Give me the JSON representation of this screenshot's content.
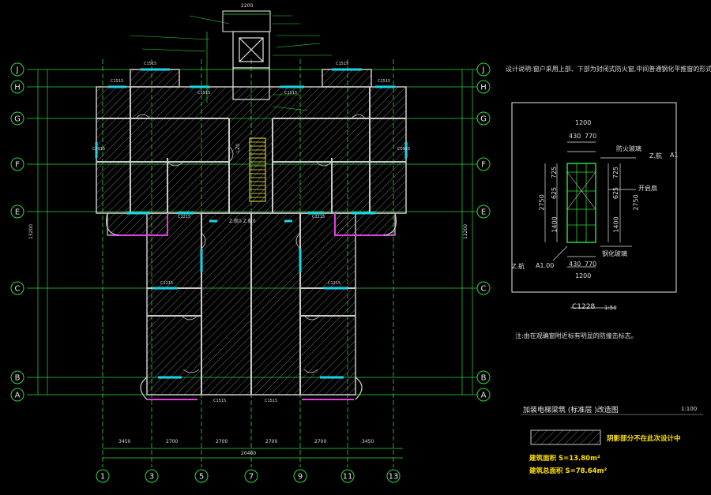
{
  "grid": {
    "rows": [
      "J",
      "H",
      "G",
      "F",
      "E",
      "C",
      "B",
      "A"
    ],
    "columns": [
      "1",
      "3",
      "5",
      "7",
      "9",
      "11",
      "13"
    ]
  },
  "colors": {
    "grid_line": "#2bd93a",
    "wall": "#c9c9c9",
    "hatch": "#8d8d8d",
    "window": "#19d6e8",
    "balcony": "#e040e0",
    "stair": "#f0ea3a",
    "text_yellow": "#ffe200",
    "dim_line": "#2bd93a"
  },
  "notes": {
    "design_note": "设计说明:窗户采用上部、下部为封闭式防火窗,中间普通钢化平推窗的形式。",
    "remark": "注:由在观确窗附近标有明显的防撞击标志。"
  },
  "window_detail": {
    "label": "C1228",
    "scale": "1:50",
    "width_total": "1200",
    "width_left": "430",
    "width_right": "770",
    "width_total_bottom": "1200",
    "width_left_bottom": "430",
    "width_right_bottom": "770",
    "height_total_left": "2750",
    "height_total_right": "2750",
    "h_725": "725",
    "h_625": "625",
    "h_1400": "1400",
    "h_725_r": "725",
    "h_625_r": "625",
    "h_1400_r": "1400",
    "label_glass": "防火玻璃",
    "label_steel": "钢化玻璃",
    "label_open": "开启扇",
    "label_tag": "Z.航",
    "label_a1": "A1",
    "label_bottom_tag": "Z.航",
    "label_a100": "A1.00"
  },
  "title_block": {
    "title": "加装电梯梁筑     (标准层     )改造图",
    "scale": "1:100"
  },
  "legend": {
    "text": "阴影部分不在此次设计中"
  },
  "areas": {
    "building": "建筑面积 S=13.80m²",
    "total": "建筑总面积 S=78.64m²"
  },
  "plan_labels": {
    "total_dim": "20400",
    "top_dim": "2200",
    "bottom_dims": [
      "3450",
      "2700",
      "2700",
      "2700",
      "2700",
      "3450"
    ],
    "height_dim_left": "13200",
    "height_dim_right": "13200",
    "window_tags": [
      "C1515",
      "C1515",
      "C1515",
      "C1515",
      "C1215",
      "C1215",
      "C0915",
      "C0915",
      "C1215",
      "C1215",
      "C1515",
      "C1515",
      "C1515",
      "C1515"
    ],
    "stair_note": "LZ0",
    "mid_tags": "Z.航0   Z.航0"
  }
}
